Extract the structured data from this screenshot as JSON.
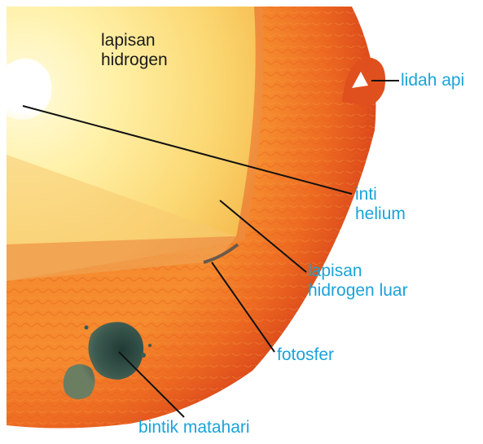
{
  "labels": {
    "lapisan_hidrogen_1": "lapisan",
    "lapisan_hidrogen_2": "hidrogen",
    "lidah_api": "lidah api",
    "inti_1": "inti",
    "inti_2": "helium",
    "luar_1": "lapisan",
    "luar_2": "hidrogen luar",
    "fotosfer": "fotosfer",
    "bintik": "bintik matahari"
  },
  "colors": {
    "label_text": "#1aa3d9",
    "inner_text": "#1a1a1a",
    "leader_line": "#111111",
    "surface_orange": "#f07a28",
    "surface_red": "#e0501e",
    "hydrogen_layer": "#fbe07a",
    "core_white": "#ffffff",
    "sunspot": "#3d5a50"
  }
}
